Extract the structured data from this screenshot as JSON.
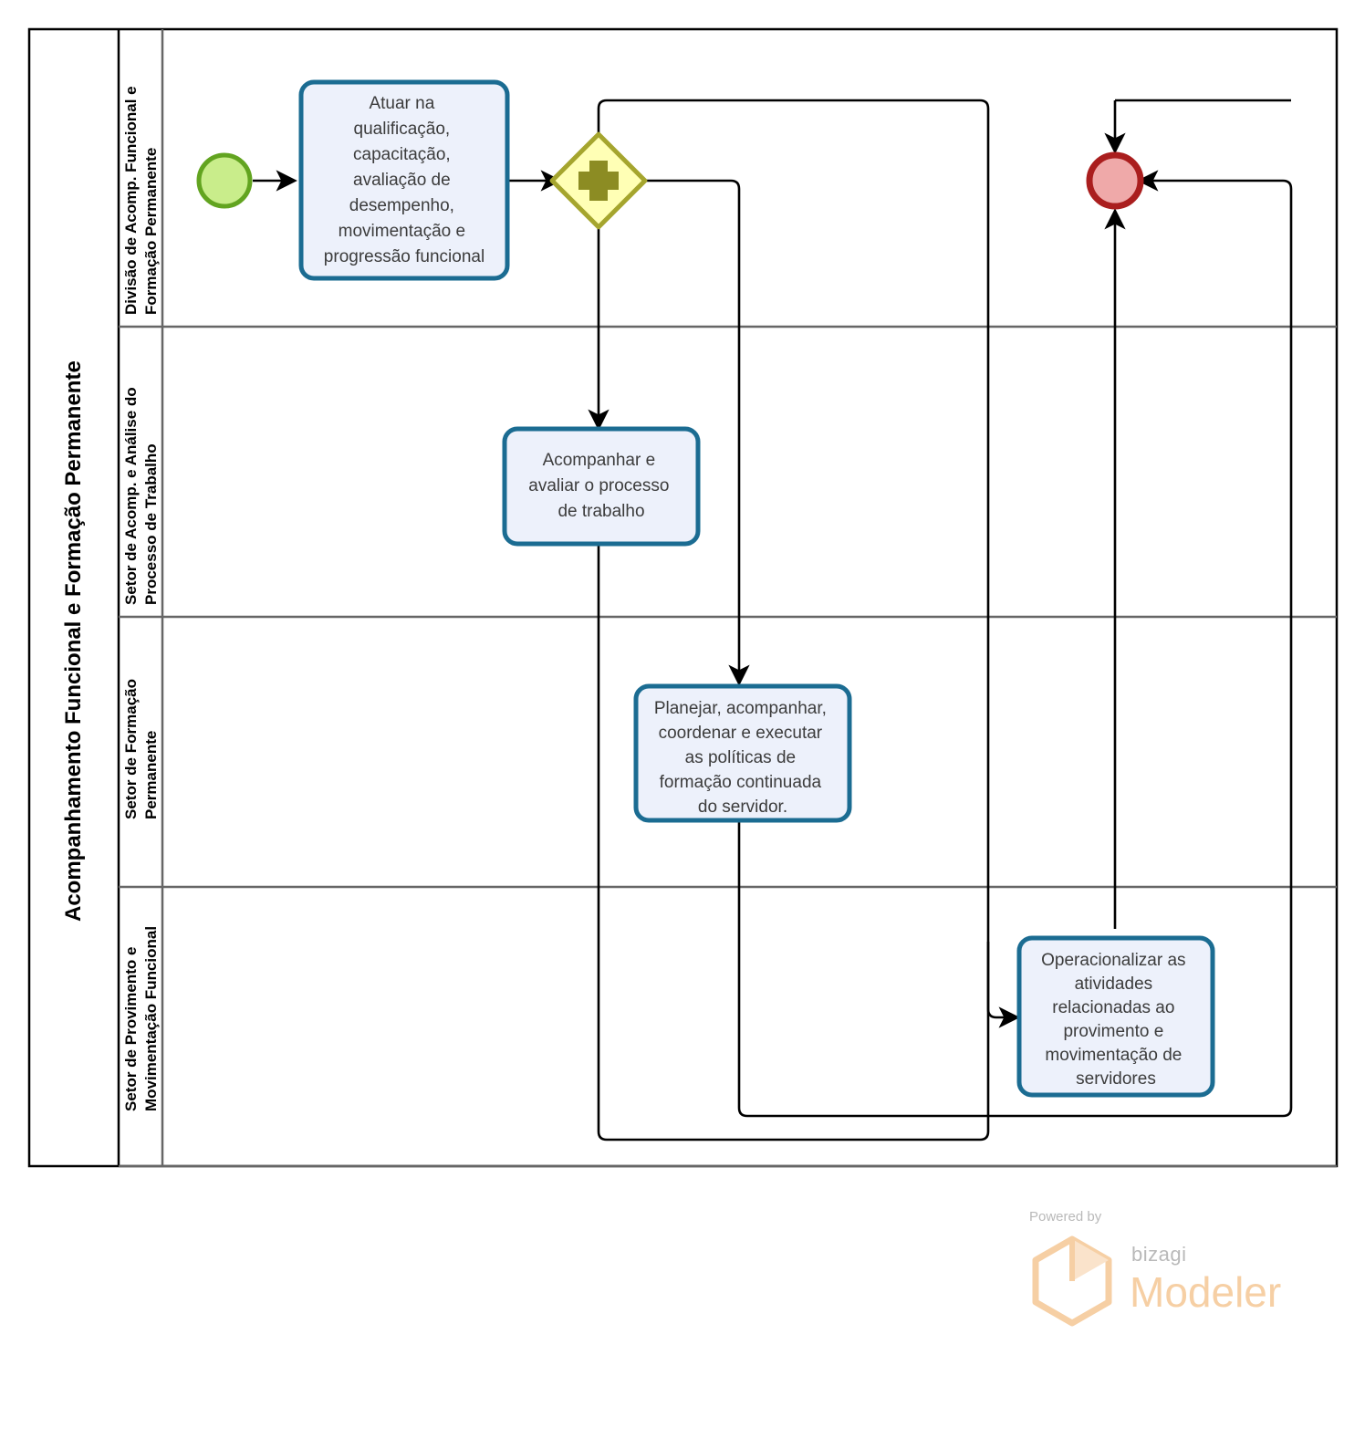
{
  "diagram": {
    "type": "bpmn-process-diagram",
    "pool": {
      "label": "Acompanhamento Funcional e Formação Permanente"
    },
    "lanes": [
      {
        "id": "lane-1",
        "label": "Divisão de Acomp. Funcional e Formação Permanente"
      },
      {
        "id": "lane-2",
        "label": "Setor de Acomp. e Análise do Processo de Trabalho"
      },
      {
        "id": "lane-3",
        "label": "Setor de Formação Permanente"
      },
      {
        "id": "lane-4",
        "label": "Setor de Provimento e Movimentação Funcional"
      }
    ],
    "events": [
      {
        "id": "start-event",
        "kind": "start",
        "lane": "lane-1",
        "fill": "#C9ED8B",
        "stroke": "#62A420"
      },
      {
        "id": "end-event",
        "kind": "end",
        "lane": "lane-1",
        "fill": "#EFA9A9",
        "stroke": "#AA1E1E"
      }
    ],
    "gateways": [
      {
        "id": "parallel-gateway",
        "kind": "parallel",
        "symbol": "+",
        "lane": "lane-1",
        "fill": "#FFFFB5",
        "stroke": "#A5A52E"
      }
    ],
    "tasks": [
      {
        "id": "task-qualificacao",
        "lane": "lane-1",
        "lines": [
          "Atuar na",
          "qualificação,",
          "capacitação,",
          "avaliação de",
          "desempenho,",
          "movimentação e",
          "progressão funcional"
        ]
      },
      {
        "id": "task-acompanhar-avaliar",
        "lane": "lane-2",
        "lines": [
          "Acompanhar e",
          "avaliar o processo",
          "de trabalho"
        ]
      },
      {
        "id": "task-planejar-politicas",
        "lane": "lane-3",
        "lines": [
          "Planejar, acompanhar,",
          "coordenar e executar",
          "as políticas de",
          "formação continuada",
          "do servidor."
        ]
      },
      {
        "id": "task-operacionalizar",
        "lane": "lane-4",
        "lines": [
          "Operacionalizar as",
          "atividades",
          "relacionadas ao",
          "provimento e",
          "movimentação de",
          "servidores"
        ]
      }
    ],
    "colors": {
      "task_fill": "#EDF1FB",
      "task_stroke": "#1B6C92",
      "pool_stroke": "#000000",
      "lane_stroke": "#666666",
      "connector": "#000000"
    }
  },
  "footer": {
    "powered_by": "Powered by",
    "brand": "bizagi",
    "product": "Modeler",
    "logo_color": "#F6CFA4"
  }
}
